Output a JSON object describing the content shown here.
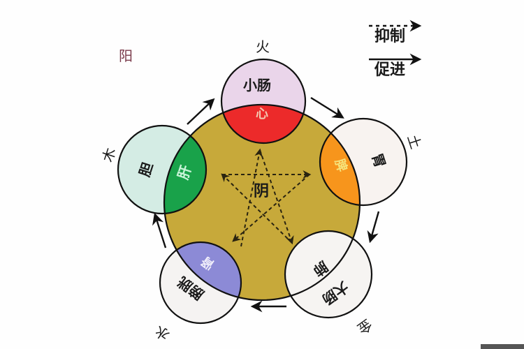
{
  "diagram": {
    "yang_label": "阳",
    "yin_label": "阴",
    "legend": {
      "restrain_label": "抑制",
      "promote_label": "促进"
    },
    "elements": [
      {
        "key": "fire",
        "element": "火",
        "yang_organ": "小肠",
        "yin_organ": "心",
        "yin_color": "#ec2a2a",
        "yang_color": "#ead5ea"
      },
      {
        "key": "earth",
        "element": "土",
        "yang_organ": "胃",
        "yin_organ": "脾",
        "yin_color": "#f7951c",
        "yang_color": "#f8f3f0"
      },
      {
        "key": "metal",
        "element": "金",
        "yang_organ": "大肠",
        "yin_organ": "肺",
        "yin_color": "#f6f4f2",
        "yang_color": "#f6f4f2"
      },
      {
        "key": "water",
        "element": "水",
        "yang_organ": "膀胱",
        "yin_organ": "肾",
        "yin_color": "#8c8ad6",
        "yang_color": "#f5f3f2"
      },
      {
        "key": "wood",
        "element": "木",
        "yang_organ": "胆",
        "yin_organ": "肝",
        "yin_color": "#19a24a",
        "yang_color": "#d4ece4"
      }
    ],
    "colors": {
      "center_fill": "#c7a93a",
      "outline": "#111111",
      "yang_text": "#7a3a4a"
    }
  }
}
